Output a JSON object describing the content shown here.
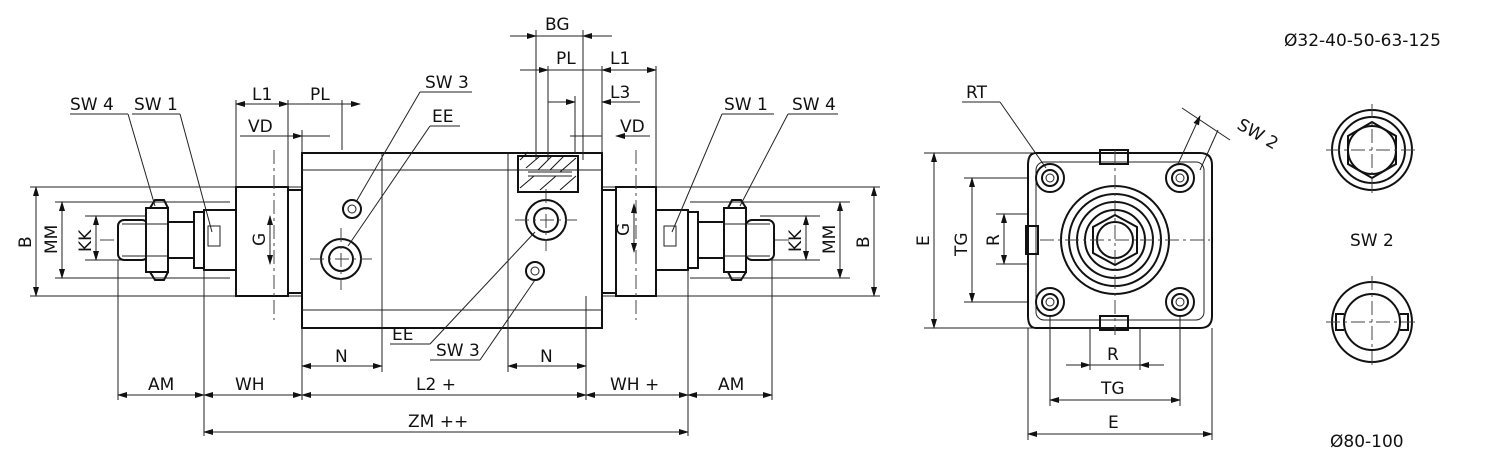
{
  "diagram": {
    "series_note": "Ø32-40-50-63-125",
    "large_note": "Ø80-100",
    "side_view": {
      "labels": {
        "sw4_left": "SW 4",
        "sw1_left": "SW 1",
        "l1_left": "L1",
        "pl_left": "PL",
        "sw3_top": "SW 3",
        "ee_top": "EE",
        "vd_left": "VD",
        "bg": "BG",
        "pl_right": "PL",
        "l1_right": "L1",
        "l3": "L3",
        "vd_right": "VD",
        "sw1_right": "SW 1",
        "sw4_right": "SW 4",
        "b_left": "B",
        "mm_left": "MM",
        "kk_left": "KK",
        "g_left": "G",
        "g_right": "G",
        "kk_right": "KK",
        "mm_right": "MM",
        "b_right": "B",
        "n_left": "N",
        "ee_bottom": "EE",
        "sw3_bottom": "SW 3",
        "n_right": "N",
        "am_left": "AM",
        "wh_left": "WH",
        "l2": "L2  +",
        "wh_right": "WH  +",
        "am_right": "AM",
        "zm": "ZM  ++"
      }
    },
    "end_view": {
      "labels": {
        "rt": "RT",
        "sw2": "SW 2",
        "e_vertical": "E",
        "tg_vertical": "TG",
        "r_vertical": "R",
        "r_horizontal": "R",
        "tg_horizontal": "TG",
        "e_horizontal": "E"
      }
    },
    "detail_view": {
      "labels": {
        "sw2": "SW 2"
      }
    }
  }
}
